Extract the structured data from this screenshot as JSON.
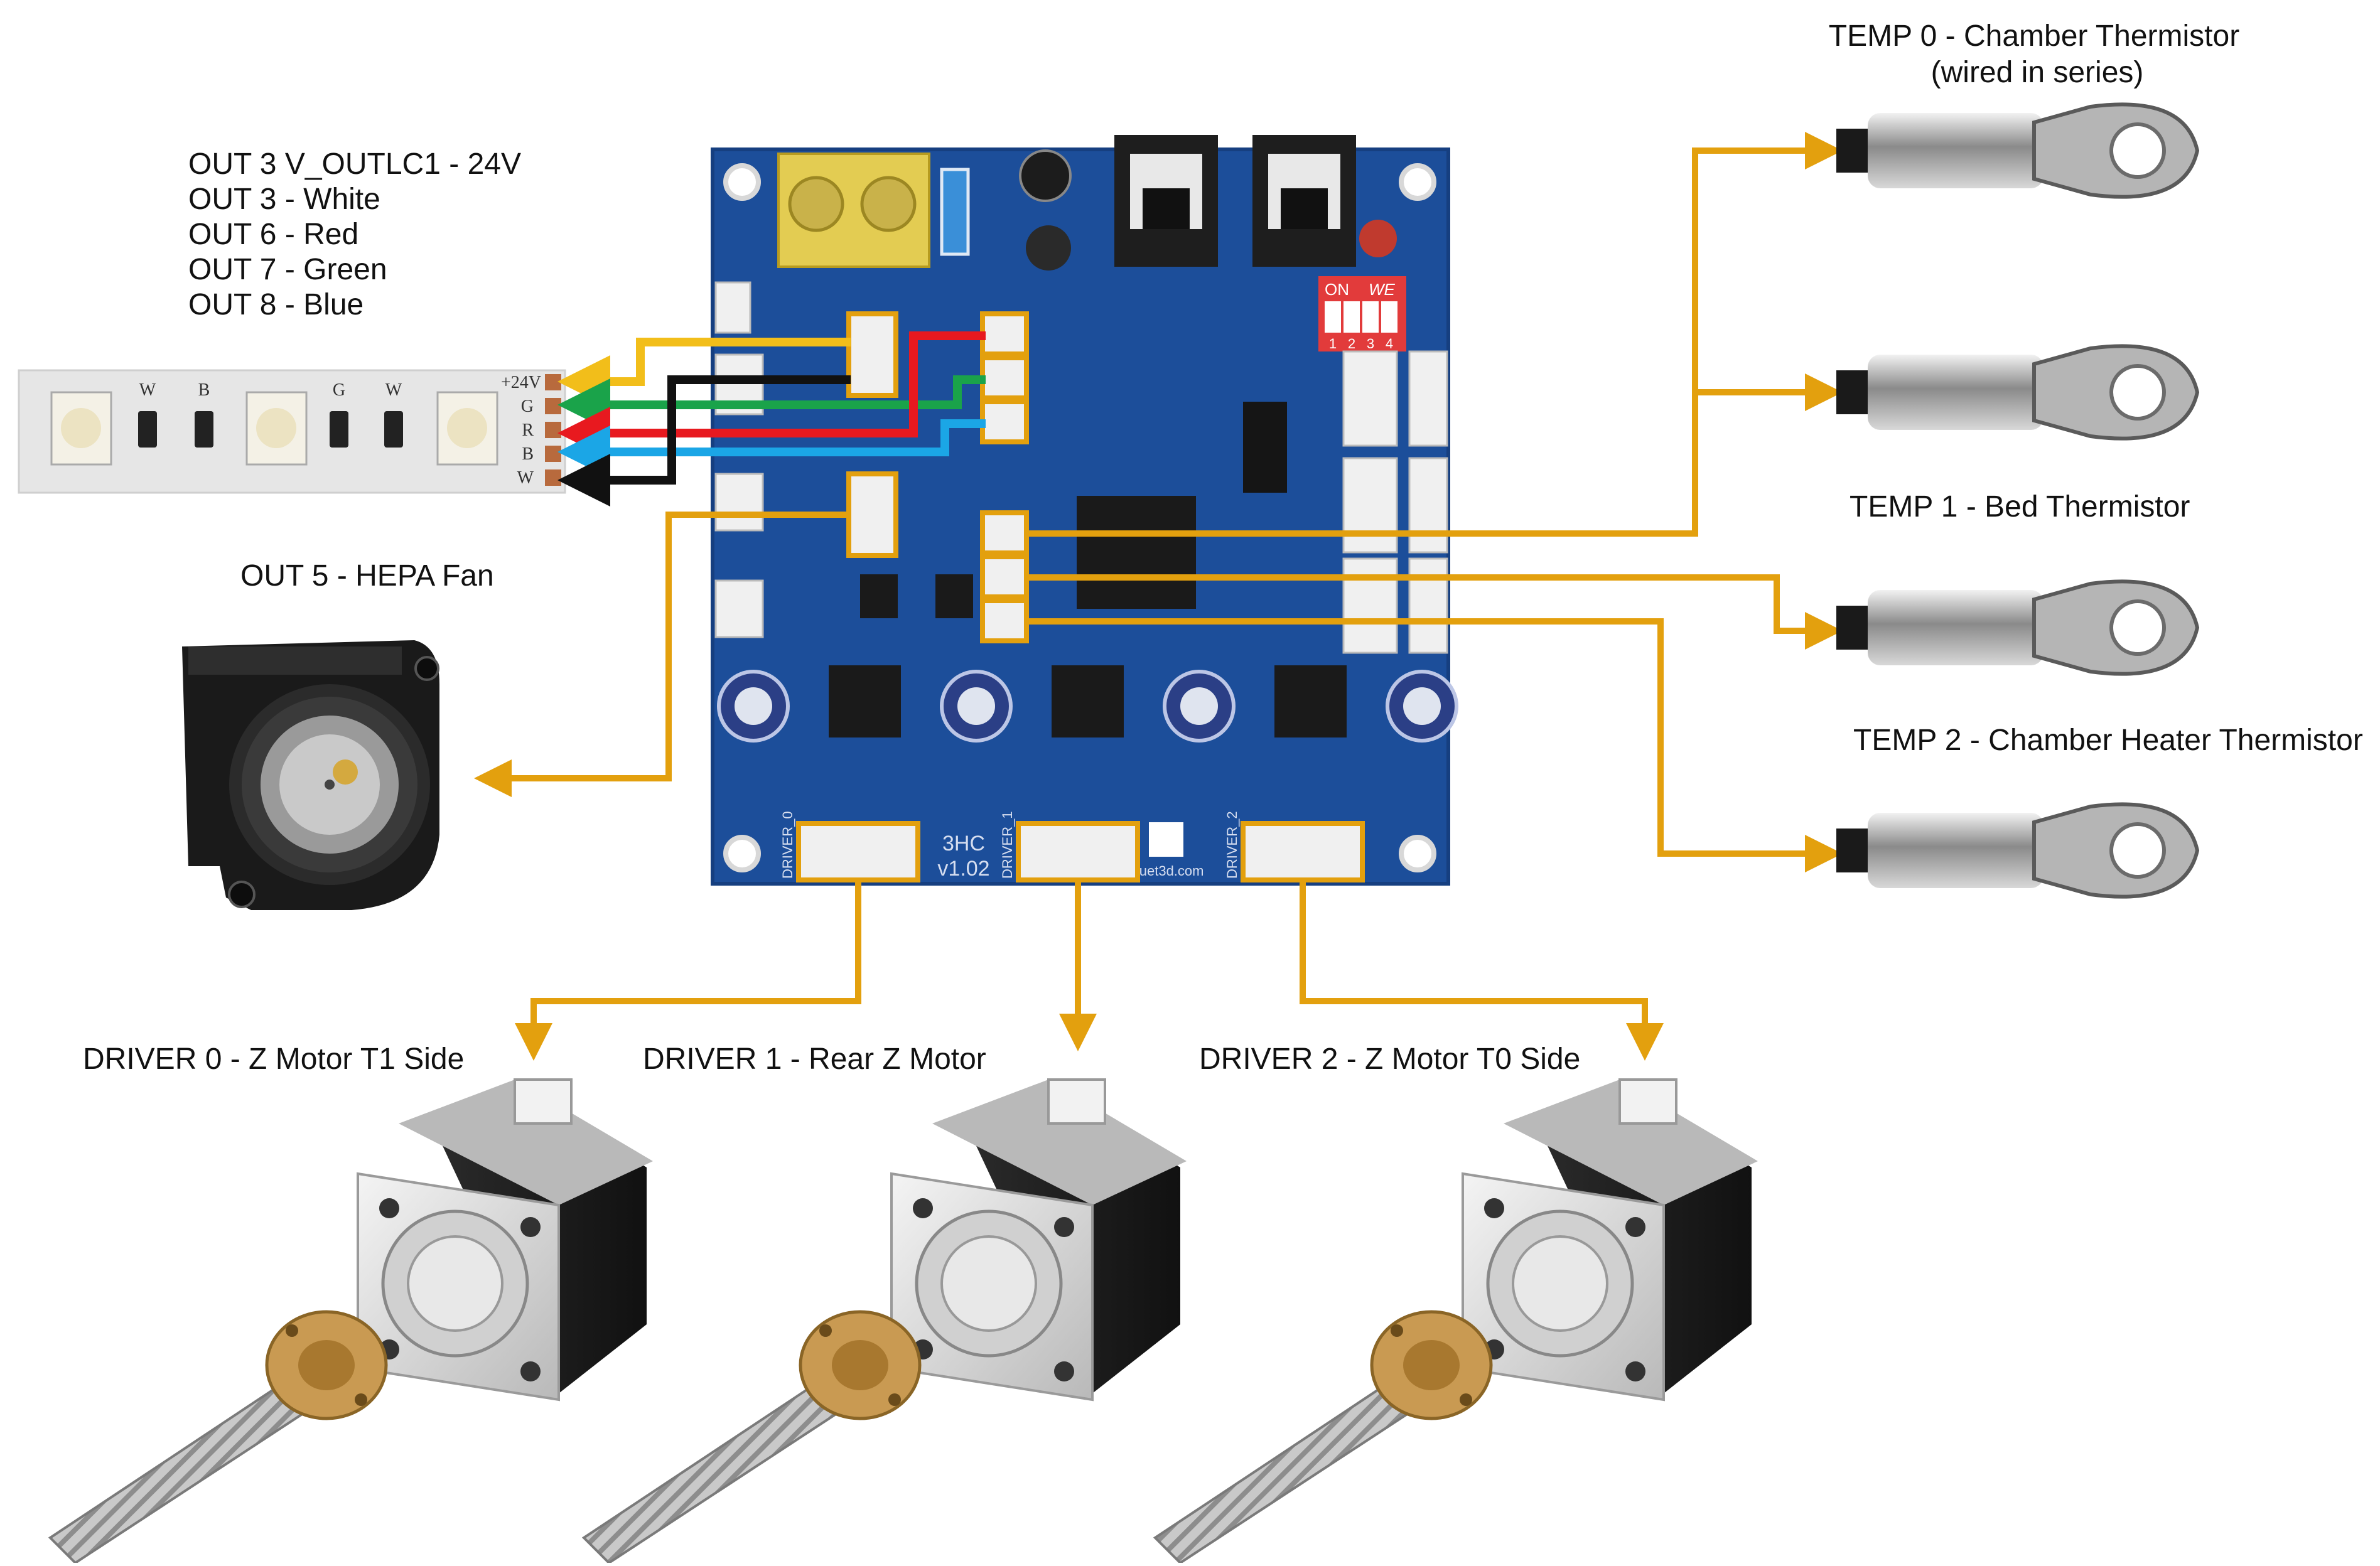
{
  "colors": {
    "wire_orange": "#E3A00E",
    "board_blue": "#1C4E9A",
    "wire_yellow": "#F2BE1A",
    "wire_green": "#1AA34A",
    "wire_red": "#E8191F",
    "wire_blue": "#1BA6E6",
    "wire_black": "#111111",
    "brass": "#C99A52"
  },
  "led": {
    "labels": [
      "OUT 3 V_OUTLC1 - 24V",
      "OUT 3 - White",
      "OUT 6 - Red",
      "OUT 7 - Green",
      "OUT 8 - Blue"
    ],
    "pads": [
      "+24V",
      "G",
      "R",
      "B",
      "W"
    ],
    "strip_marks": [
      "W",
      "B",
      "G",
      "W"
    ]
  },
  "fan": {
    "label": "OUT 5 - HEPA Fan"
  },
  "board": {
    "model": "3HC",
    "version": "v1.02",
    "site": "duet3d.com",
    "switch_on": "ON",
    "switch_we": "WE",
    "switch_nums": [
      "1",
      "2",
      "3",
      "4"
    ]
  },
  "temps": [
    {
      "line1": "TEMP 0 - Chamber Thermistor",
      "line2": "(wired in series)"
    },
    {
      "line1": "TEMP 1 - Bed Thermistor"
    },
    {
      "line1": "TEMP 2 - Chamber Heater Thermistor"
    }
  ],
  "drivers": [
    {
      "label": "DRIVER 0 - Z Motor T1 Side",
      "conn": "DRIVER_0"
    },
    {
      "label": "DRIVER 1 - Rear Z Motor",
      "conn": "DRIVER_1"
    },
    {
      "label": "DRIVER 2 - Z Motor T0 Side",
      "conn": "DRIVER_2"
    }
  ]
}
